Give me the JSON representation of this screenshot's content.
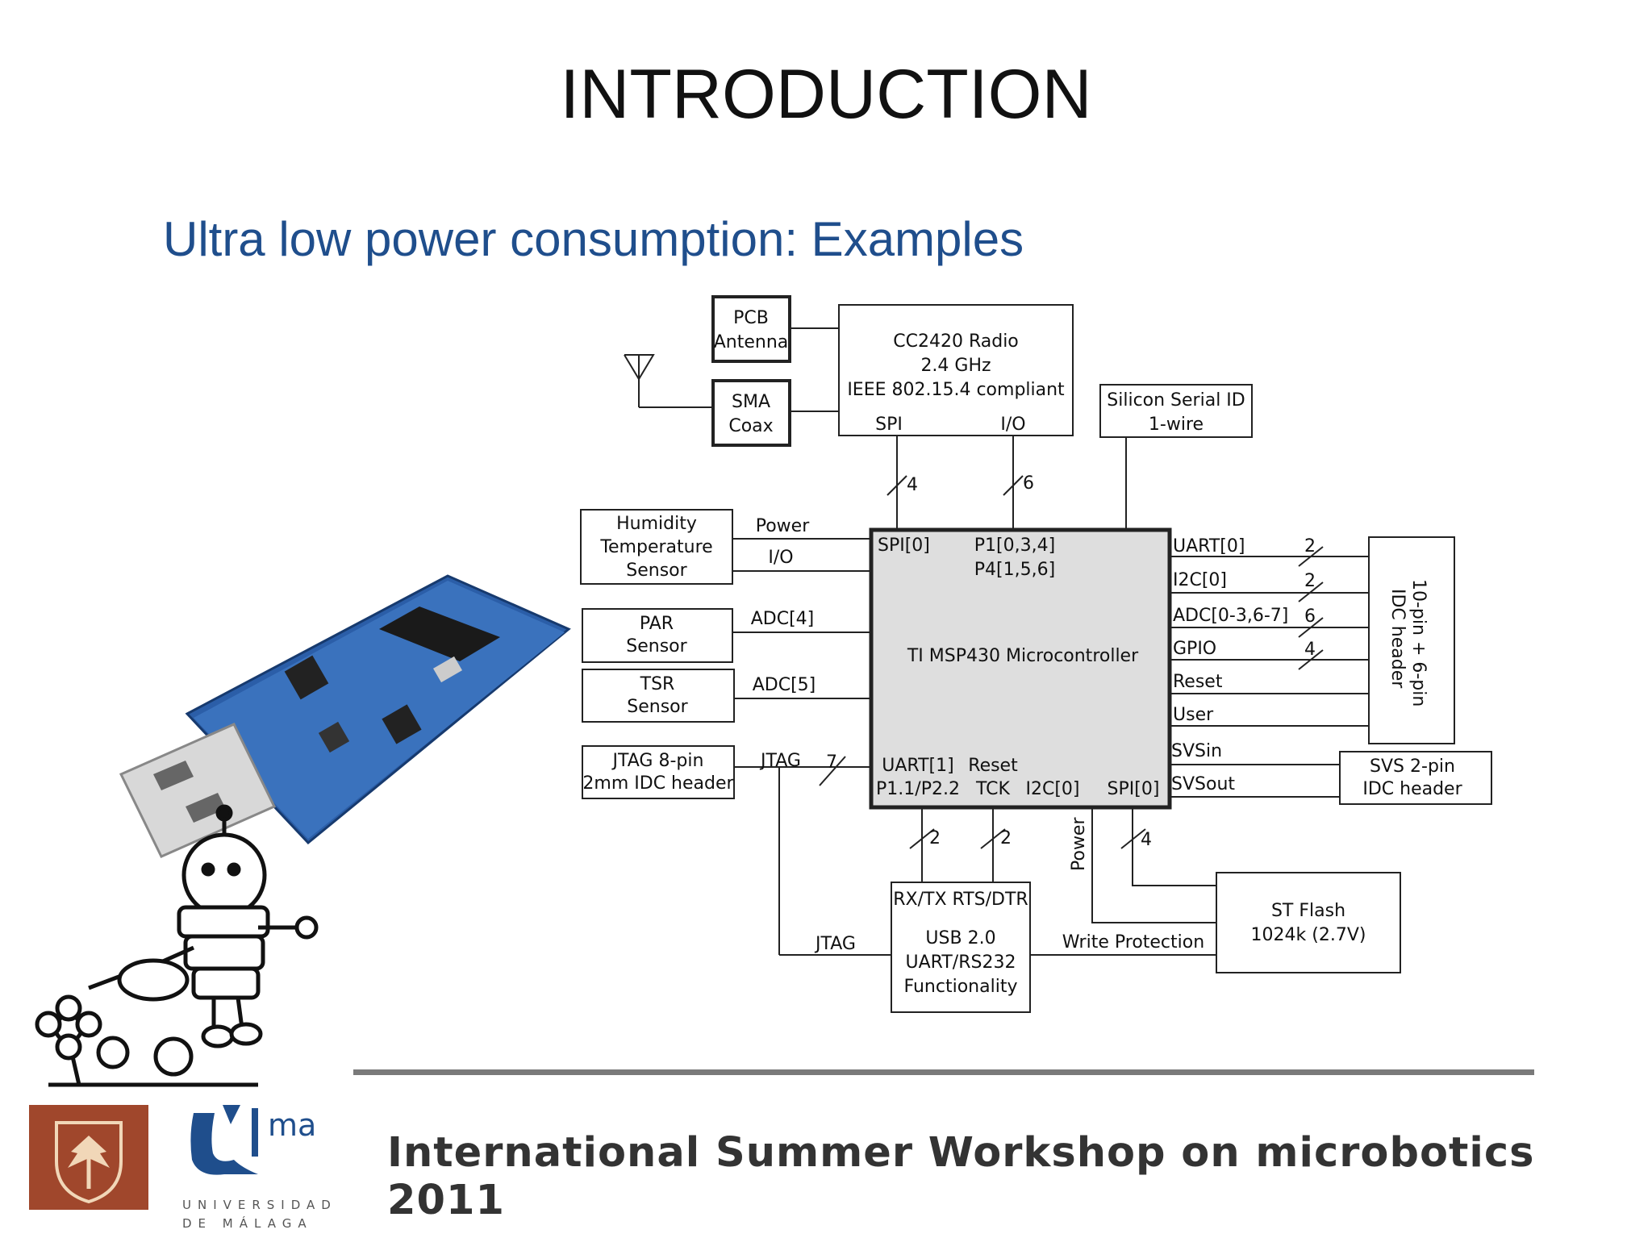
{
  "slide": {
    "title": "INTRODUCTION",
    "subtitle": "Ultra low power consumption: Examples",
    "footer": "International Summer Workshop on microbotics 2011"
  },
  "logos": {
    "uma_mark": "ma",
    "university_line1": "UNIVERSIDAD",
    "university_line2": "DE MÁLAGA"
  },
  "diagram": {
    "pcb_antenna": [
      "PCB",
      "Antenna"
    ],
    "sma_coax": [
      "SMA",
      "Coax"
    ],
    "radio": [
      "CC2420 Radio",
      "2.4 GHz",
      "IEEE 802.15.4 compliant"
    ],
    "radio_spi": "SPI",
    "radio_io": "I/O",
    "serial_id": [
      "Silicon Serial ID",
      "1-wire"
    ],
    "humidity": [
      "Humidity",
      "Temperature",
      "Sensor"
    ],
    "par": [
      "PAR",
      "Sensor"
    ],
    "tsr": [
      "TSR",
      "Sensor"
    ],
    "jtag_header": [
      "JTAG 8-pin",
      "2mm IDC header"
    ],
    "mcu_label": "TI MSP430 Microcontroller",
    "mcu_spi0_top": "SPI[0]",
    "mcu_ports": [
      "P1[0,3,4]",
      "P4[1,5,6]"
    ],
    "mcu_uart1": [
      "UART[1]",
      "P1.1/P2.2"
    ],
    "mcu_reset": [
      "Reset",
      "TCK"
    ],
    "mcu_i2c_bottom": "I2C[0]",
    "mcu_spi0_bottom": "SPI[0]",
    "left_signals": [
      "Power",
      "I/O",
      "ADC[4]",
      "ADC[5]",
      "JTAG"
    ],
    "right_signals": [
      "UART[0]",
      "I2C[0]",
      "ADC[0-3,6-7]",
      "GPIO",
      "Reset",
      "User",
      "SVSin",
      "SVSout"
    ],
    "bus_widths": {
      "spi": "4",
      "io": "6",
      "uart0": "2",
      "i2c0": "2",
      "adc": "6",
      "gpio": "4",
      "jtag": "7",
      "uart1": "2",
      "reset": "2",
      "flash": "4"
    },
    "idc_header": [
      "10-pin + 6-pin",
      "IDC header"
    ],
    "svs_header": [
      "SVS 2-pin",
      "IDC header"
    ],
    "usb": [
      "RX/TX  RTS/DTR",
      "USB 2.0",
      "UART/RS232",
      "Functionality"
    ],
    "flash": [
      "ST Flash",
      "1024k (2.7V)"
    ],
    "power_label": "Power",
    "write_protection": "Write Protection",
    "jtag_bottom": "JTAG"
  }
}
